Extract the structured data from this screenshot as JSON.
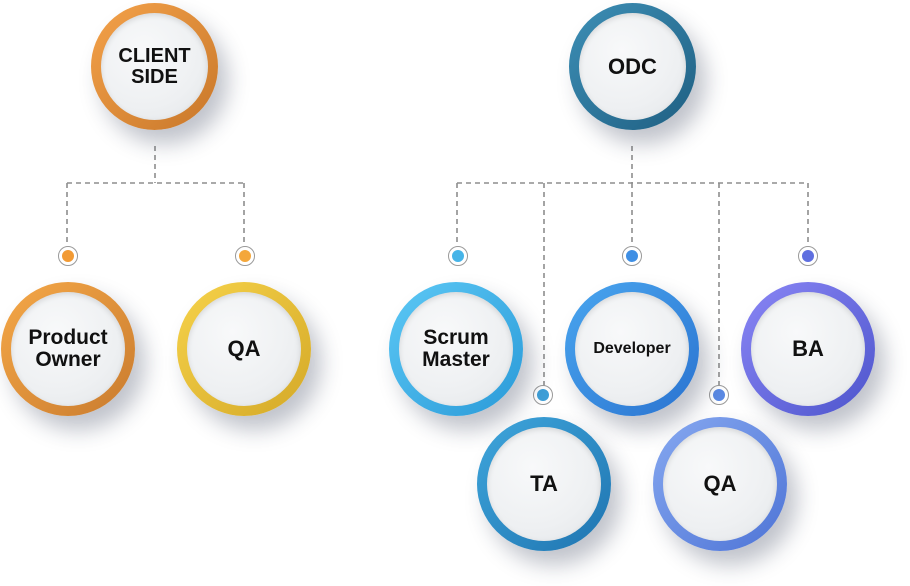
{
  "client": {
    "root": {
      "label": "CLIENT\nSIDE",
      "colors": [
        "#f4a24a",
        "#c8772a"
      ]
    },
    "members": [
      {
        "label": "Product\nOwner",
        "colors": [
          "#f5a848",
          "#c97b2e"
        ],
        "dot_color": "#f29a34"
      },
      {
        "label": "QA",
        "colors": [
          "#f6d24a",
          "#d4a928"
        ],
        "dot_color": "#f4a73a"
      }
    ]
  },
  "odc": {
    "root": {
      "label": "ODC",
      "colors": [
        "#3d8fb6",
        "#1f5f82"
      ]
    },
    "members": [
      {
        "label": "Scrum\nMaster",
        "colors": [
          "#5cc8f5",
          "#2a9ad8"
        ],
        "dot_color": "#46b4e8"
      },
      {
        "label": "TA",
        "colors": [
          "#3fa6dc",
          "#1f74b0"
        ],
        "dot_color": "#3e9fd8"
      },
      {
        "label": "Developer",
        "colors": [
          "#4aa6ef",
          "#2a73d0"
        ],
        "dot_color": "#3f8fe4"
      },
      {
        "label": "QA",
        "colors": [
          "#86a8f0",
          "#4e74d6"
        ],
        "dot_color": "#5b8ae4"
      },
      {
        "label": "BA",
        "colors": [
          "#8a86f5",
          "#4d55cc"
        ],
        "dot_color": "#5f6fe0"
      }
    ]
  }
}
